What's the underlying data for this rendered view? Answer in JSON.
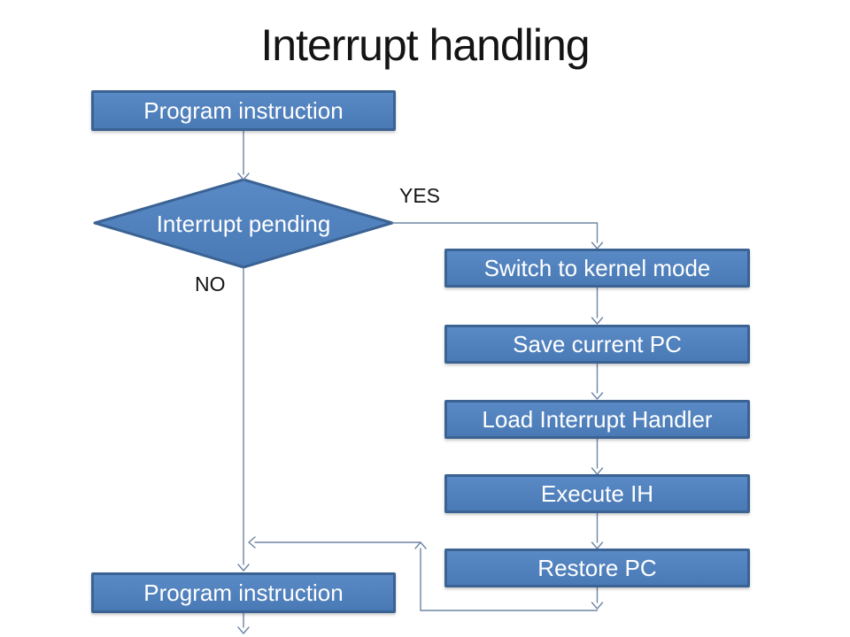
{
  "title": "Interrupt handling",
  "nodes": {
    "start_label": "Program instruction",
    "decision_label": "Interrupt pending",
    "yes_label": "YES",
    "no_label": "NO",
    "steps": [
      {
        "label": "Switch to kernel mode"
      },
      {
        "label": "Save current PC"
      },
      {
        "label": "Load Interrupt Handler"
      },
      {
        "label": "Execute IH"
      },
      {
        "label": "Restore PC"
      }
    ],
    "end_label": "Program instruction"
  },
  "colors": {
    "node_fill": "#4f81bd",
    "node_border": "#3a6293",
    "connector": "#6e86a3",
    "node_text": "#ffffff",
    "title_text": "#141414",
    "edge_label_text": "#141414"
  }
}
